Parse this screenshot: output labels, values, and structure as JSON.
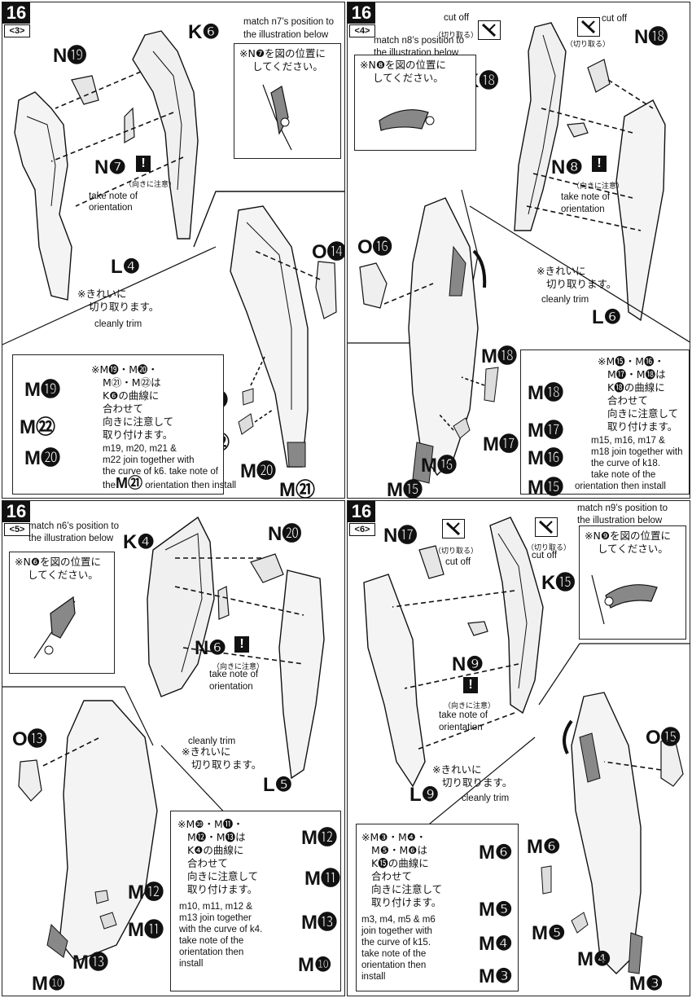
{
  "panels": [
    {
      "step": "16",
      "substep": "<3>",
      "labels": {
        "k": "K❻",
        "n_top": "N⓳",
        "n_mid": "N❼",
        "l": "L❹",
        "o": "O⓮",
        "m_a": "M⓳",
        "m_b": "M㉒",
        "m_c": "M⓴",
        "m_d": "M㉑",
        "box_m1": "M⓳",
        "box_m2": "M㉒",
        "box_m3": "M⓴"
      },
      "match_note": [
        "match n7’s position to",
        "the illustration below"
      ],
      "callout_jp": [
        "※N❼を図の位置に",
        "してください。"
      ],
      "orient_jp": "（向きに注意）",
      "orient_en": [
        "take note of",
        "orientation"
      ],
      "trim_jp": [
        "※きれいに",
        "切り取ります。"
      ],
      "trim_en": "cleanly trim",
      "box_jp": [
        "※M⓳・M⓴・",
        "M㉑・M㉒は",
        "K❻の曲線に",
        "合わせて",
        "向きに注意して",
        "取り付けます。"
      ],
      "box_en": [
        "m19, m20, m21 &",
        "m22 join together with",
        "the curve of k6. take note of",
        "the"
      ],
      "box_en_tail_m": "M㉑",
      "box_en_tail": " orientation then install"
    },
    {
      "step": "16",
      "substep": "<4>",
      "labels": {
        "k": "K⓲",
        "n_top": "N⓲",
        "n_mid": "N❽",
        "l": "L❻",
        "o": "O⓰",
        "m_a": "M⓲",
        "m_b": "M⓱",
        "m_c": "M⓰",
        "m_d": "M⓯",
        "box_m1": "M⓲",
        "box_m2": "M⓱",
        "box_m3": "M⓰",
        "box_m4": "M⓯"
      },
      "cut_off_left": "cut off",
      "cut_off_right": "cut off",
      "cut_jp_left": "（切り取る）",
      "cut_jp_right": "（切り取る）",
      "match_note": [
        "match n8’s position to",
        "the illustration below"
      ],
      "callout_jp": [
        "※N❽を図の位置に",
        "してください。"
      ],
      "orient_jp": "（向きに注意）",
      "orient_en": [
        "take note of",
        "orientation"
      ],
      "trim_jp": [
        "※きれいに",
        "切り取ります。"
      ],
      "trim_en": "cleanly trim",
      "box_jp": [
        "※M⓯・M⓰・",
        "M⓱・M⓲は",
        "K⓲の曲線に",
        "合わせて",
        "向きに注意して",
        "取り付けます。"
      ],
      "box_en": [
        "m15, m16, m17 &",
        "m18 join together with",
        "the curve of k18.",
        "take note of the",
        "orientation then install"
      ]
    },
    {
      "step": "16",
      "substep": "<5>",
      "labels": {
        "k": "K❹",
        "n_top": "N⓴",
        "n_mid": "N❻",
        "l": "L❺",
        "o": "O⓭",
        "m_a": "M⓬",
        "m_b": "M⓫",
        "m_c": "M⓭",
        "m_d": "M❿",
        "box_m1": "M⓬",
        "box_m2": "M⓫",
        "box_m3": "M⓭",
        "box_m4": "M❿"
      },
      "match_note": [
        "match n6’s position to",
        "the illustration below"
      ],
      "callout_jp": [
        "※N❻を図の位置に",
        "してください。"
      ],
      "orient_jp": "（向きに注意）",
      "orient_en": [
        "take note of",
        "orientation"
      ],
      "trim_jp": [
        "※きれいに",
        "切り取ります。"
      ],
      "trim_en": "cleanly trim",
      "box_jp": [
        "※M❿・M⓫・",
        "M⓬・M⓭は",
        "K❹の曲線に",
        "合わせて",
        "向きに注意して",
        "取り付けます。"
      ],
      "box_en": [
        "m10, m11, m12 &",
        "m13 join together",
        "with the curve of k4.",
        "take note of the",
        "orientation then",
        "install"
      ]
    },
    {
      "step": "16",
      "substep": "<6>",
      "labels": {
        "k": "K⓯",
        "n_top": "N⓱",
        "n_mid": "N❾",
        "l": "L❾",
        "o": "O⓯",
        "m_a": "M❻",
        "m_b": "M❺",
        "m_c": "M❹",
        "m_d": "M❸",
        "box_m1": "M❻",
        "box_m2": "M❺",
        "box_m3": "M❹",
        "box_m4": "M❸"
      },
      "cut_off_left": "cut off",
      "cut_off_right": "cut off",
      "cut_jp_left": "（切り取る）",
      "cut_jp_right": "（切り取る）",
      "match_note": [
        "match n9’s position to",
        "the illustration below"
      ],
      "callout_jp": [
        "※N❾を図の位置に",
        "してください。"
      ],
      "orient_jp": "（向きに注意）",
      "orient_en": [
        "take note of",
        "orientation"
      ],
      "trim_jp": [
        "※きれいに",
        "切り取ります。"
      ],
      "trim_en": "cleanly trim",
      "box_jp": [
        "※M❸・M❹・",
        "M❺・M❻は",
        "K⓯の曲線に",
        "合わせて",
        "向きに注意して",
        "取り付けます。"
      ],
      "box_en": [
        "m3, m4, m5 & m6",
        "join together with",
        "the curve of k15.",
        "take note of the",
        "orientation then",
        "install"
      ]
    }
  ]
}
